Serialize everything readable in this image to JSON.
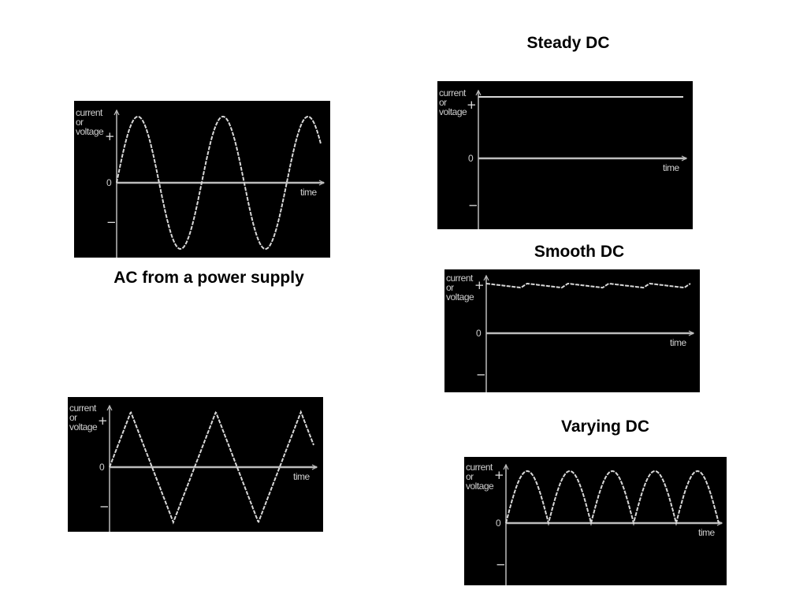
{
  "captions": {
    "ac": "AC from a power supply",
    "steady": "Steady DC",
    "smooth": "Smooth DC",
    "varying": "Varying DC"
  },
  "axis_text": {
    "y_line1": "current",
    "y_line2": "or",
    "y_line3": "voltage",
    "plus": "+",
    "zero": "0",
    "minus": "−",
    "x_label": "time"
  },
  "colors": {
    "panel_bg": "#000000",
    "axis": "#bdbdbd",
    "trace": "#d8d8d8"
  },
  "chart_data": [
    {
      "type": "line",
      "shape": "sine",
      "cycles": 2.4,
      "title": "AC from a power supply",
      "ylabel": "current or voltage",
      "xlabel": "time"
    },
    {
      "type": "line",
      "shape": "steady",
      "level": 1,
      "title": "Steady DC",
      "ylabel": "current or voltage",
      "xlabel": "time"
    },
    {
      "type": "line",
      "shape": "smooth",
      "level": 0.97,
      "ripple": 0.08,
      "cycles": 5,
      "title": "Smooth DC",
      "ylabel": "current or voltage",
      "xlabel": "time"
    },
    {
      "type": "line",
      "shape": "triangle",
      "cycles": 2.4,
      "title": "",
      "ylabel": "current or voltage",
      "xlabel": "time"
    },
    {
      "type": "line",
      "shape": "rectified",
      "cycles": 5,
      "title": "Varying DC",
      "ylabel": "current or voltage",
      "xlabel": "time"
    }
  ]
}
